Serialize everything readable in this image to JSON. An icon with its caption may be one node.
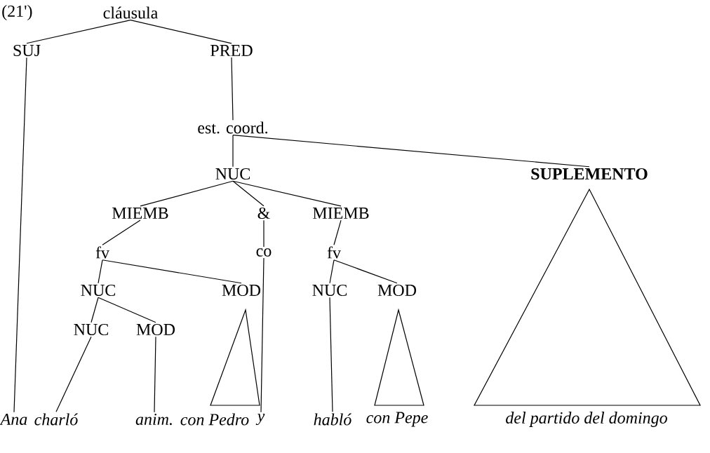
{
  "diagram": {
    "nodes": [
      {
        "text": [
          "cláusula"
        ]
      },
      {
        "text": [
          "SUJ"
        ]
      },
      {
        "text": [
          "PRED"
        ]
      },
      {
        "text": [
          "est. coord."
        ]
      },
      {
        "text": [
          "NUC"
        ]
      },
      {
        "text": [
          "SUPLEMENTO"
        ]
      },
      {
        "text": [
          "MIEMB"
        ]
      },
      {
        "text": [
          "&"
        ]
      },
      {
        "text": [
          "MIEMB"
        ]
      },
      {
        "text": [
          "fv"
        ]
      },
      {
        "text": [
          "co"
        ]
      },
      {
        "text": [
          "fv"
        ]
      },
      {
        "text": [
          "NUC"
        ]
      },
      {
        "text": [
          "MOD"
        ]
      },
      {
        "text": [
          "NUC"
        ]
      },
      {
        "text": [
          "MOD"
        ]
      },
      {
        "text": [
          "NUC"
        ]
      },
      {
        "text": [
          "MOD"
        ]
      },
      {
        "text": [],
        "shape": "triangle"
      },
      {
        "text": [],
        "shape": "triangle"
      },
      {
        "text": [],
        "shape": "triangle"
      },
      {
        "text": [
          "Ana"
        ]
      },
      {
        "text": [
          "charló"
        ]
      },
      {
        "text": [
          "anim."
        ]
      },
      {
        "text": [
          "con Pedro"
        ]
      },
      {
        "text": [
          "y"
        ]
      },
      {
        "text": [
          "habló"
        ]
      },
      {
        "text": [
          "con Pepe"
        ]
      },
      {
        "text": [
          "del partido del domingo"
        ]
      }
    ],
    "edges": [
      {
        "from": 0,
        "to": 1,
        "arrow": "none"
      },
      {
        "from": 0,
        "to": 2,
        "arrow": "none"
      },
      {
        "from": 2,
        "to": 3,
        "arrow": "none"
      },
      {
        "from": 3,
        "to": 4,
        "arrow": "none"
      },
      {
        "from": 3,
        "to": 5,
        "arrow": "none"
      },
      {
        "from": 4,
        "to": 6,
        "arrow": "none"
      },
      {
        "from": 4,
        "to": 7,
        "arrow": "none"
      },
      {
        "from": 4,
        "to": 8,
        "arrow": "none"
      },
      {
        "from": 6,
        "to": 9,
        "arrow": "none"
      },
      {
        "from": 7,
        "to": 10,
        "arrow": "none"
      },
      {
        "from": 8,
        "to": 11,
        "arrow": "none"
      },
      {
        "from": 9,
        "to": 12,
        "arrow": "none"
      },
      {
        "from": 9,
        "to": 13,
        "arrow": "none"
      },
      {
        "from": 11,
        "to": 14,
        "arrow": "none"
      },
      {
        "from": 11,
        "to": 15,
        "arrow": "none"
      },
      {
        "from": 12,
        "to": 16,
        "arrow": "none"
      },
      {
        "from": 12,
        "to": 17,
        "arrow": "none"
      },
      {
        "from": 1,
        "to": 21,
        "arrow": "none"
      },
      {
        "from": 16,
        "to": 22,
        "arrow": "none"
      },
      {
        "from": 17,
        "to": 23,
        "arrow": "none"
      },
      {
        "from": 10,
        "to": 25,
        "arrow": "none"
      },
      {
        "from": 14,
        "to": 26,
        "arrow": "none"
      }
    ],
    "labels": [
      "(21')"
    ]
  }
}
